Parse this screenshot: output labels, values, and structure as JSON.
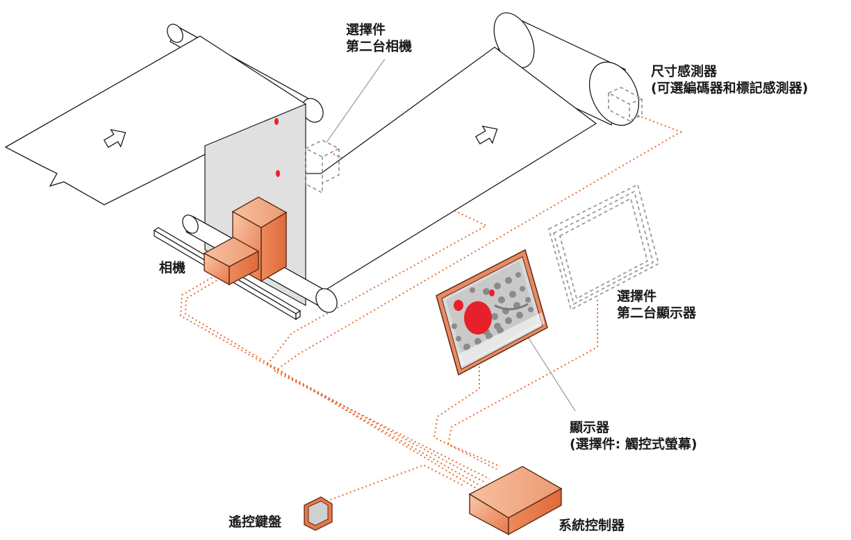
{
  "labels": {
    "camera2_line1": "選擇件",
    "camera2_line2": "第二台相機",
    "sensor_line1": "尺寸感測器",
    "sensor_line2": "(可選編碼器和標記感測器)",
    "camera": "相機",
    "display2_line1": "選擇件",
    "display2_line2": "第二台顯示器",
    "display_line1": "顯示器",
    "display_line2": "(選擇件: 觸控式螢幕)",
    "keypad": "遙控鍵盤",
    "controller": "系統控制器"
  },
  "colors": {
    "device_orange": "#e8774a",
    "device_light": "#f4b08c",
    "cable_orange": "#e8662a",
    "defect_red": "#e8202a",
    "web_gray": "#e0e0e0",
    "line": "#1a1a1a",
    "optional_dash": "#999999"
  },
  "icons": [
    "arrow-icon",
    "arrow-icon"
  ]
}
